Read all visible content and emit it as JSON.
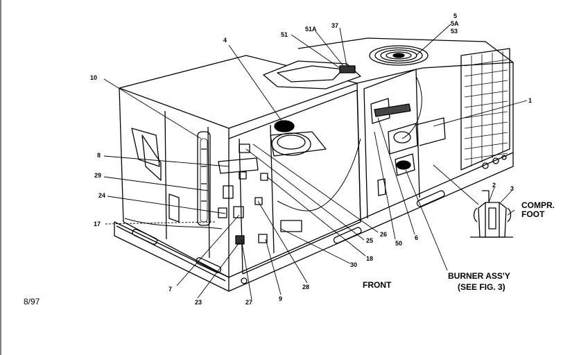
{
  "diagram": {
    "date_code": "8/97",
    "front_label": "FRONT",
    "burner_label": "BURNER ASS'Y",
    "burner_sub": "(SEE FIG. 3)",
    "compr_label": "COMPR.",
    "foot_label": "FOOT",
    "callouts": {
      "c1": "1",
      "c2": "2",
      "c3": "3",
      "c4": "4",
      "c5": "5",
      "c5a": "5A",
      "c53": "53",
      "c51": "51",
      "c51a": "51A",
      "c37": "37",
      "c10": "10",
      "c8": "8",
      "c29": "29",
      "c24": "24",
      "c17": "17",
      "c7": "7",
      "c23": "23",
      "c27": "27",
      "c9": "9",
      "c28": "28",
      "c30": "30",
      "c18": "18",
      "c25": "25",
      "c26": "26",
      "c50": "50",
      "c6": "6"
    }
  }
}
